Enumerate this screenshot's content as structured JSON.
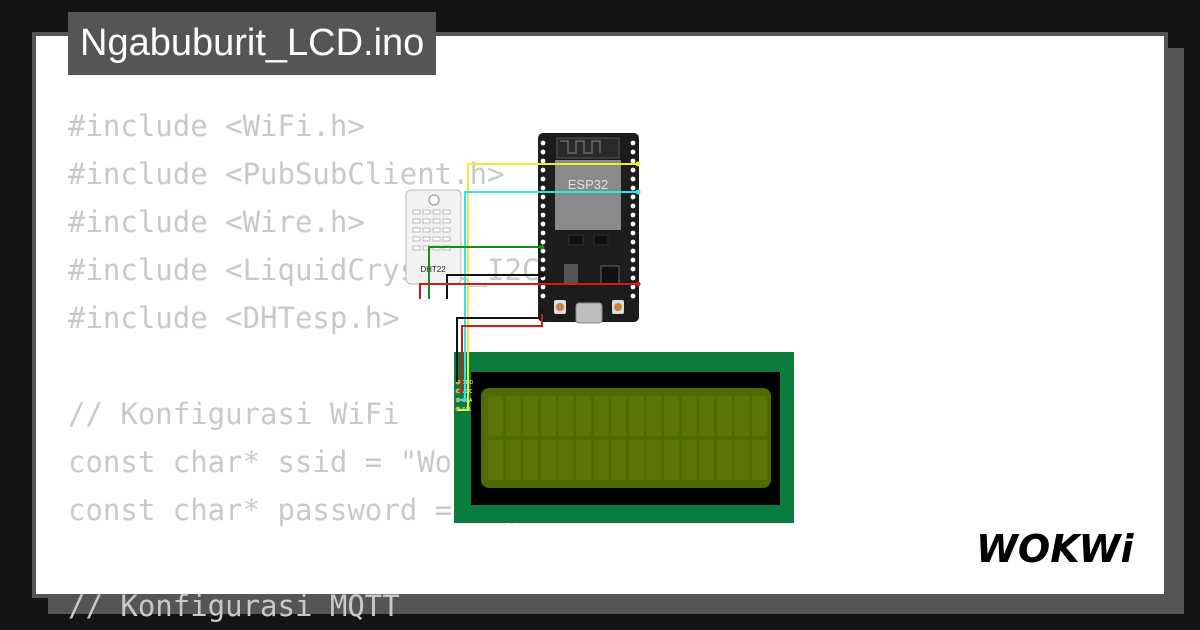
{
  "project": {
    "filename": "Ngabuburit_LCD.ino"
  },
  "code_lines": [
    "#include <WiFi.h>",
    "#include <PubSubClient.h>",
    "#include <Wire.h>",
    "#include <LiquidCrystal_I2C.h>",
    "#include <DHTesp.h>",
    "",
    "// Konfigurasi WiFi",
    "const char* ssid = \"Wokwi-GUEST\";",
    "const char* password = \"\";",
    "",
    "// Konfigurasi MQTT"
  ],
  "diagram": {
    "mcu_label": "ESP32",
    "sensor_label": "DHT22",
    "lcd_pins": [
      "GND",
      "VCC",
      "SDA",
      "SCL"
    ],
    "wire_colors": {
      "yellow": "#f5e92b",
      "cyan": "#29e6f0",
      "green": "#1a8a1a",
      "black": "#111111",
      "red": "#d11a1a"
    }
  },
  "brand": {
    "logo_text": "WOKWi"
  }
}
